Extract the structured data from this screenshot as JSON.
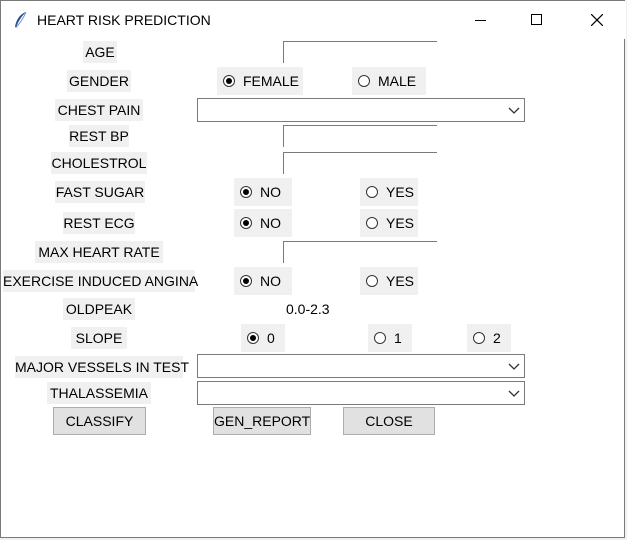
{
  "window": {
    "title": "HEART RISK PREDICTION"
  },
  "labels": {
    "age": "AGE",
    "gender": "GENDER",
    "chest_pain": "CHEST PAIN",
    "rest_bp": "REST BP",
    "cholesterol": "CHOLESTROL",
    "fast_sugar": "FAST SUGAR",
    "rest_ecg": "REST ECG",
    "max_heart_rate": "MAX HEART RATE",
    "exercise_angina": "EXERCISE INDUCED ANGINA",
    "oldpeak": "OLDPEAK",
    "slope": "SLOPE",
    "major_vessels": "MAJOR VESSELS IN TEST",
    "thalassemia": "THALASSEMIA"
  },
  "inputs": {
    "age": "",
    "rest_bp": "",
    "cholesterol": "",
    "max_heart_rate": "",
    "oldpeak": "0.0-2.3"
  },
  "radios": {
    "gender": [
      {
        "label": "FEMALE",
        "checked": true
      },
      {
        "label": "MALE",
        "checked": false
      }
    ],
    "fast_sugar": [
      {
        "label": "NO",
        "checked": true
      },
      {
        "label": "YES",
        "checked": false
      }
    ],
    "rest_ecg": [
      {
        "label": "NO",
        "checked": true
      },
      {
        "label": "YES",
        "checked": false
      }
    ],
    "exercise_angina": [
      {
        "label": "NO",
        "checked": true
      },
      {
        "label": "YES",
        "checked": false
      }
    ],
    "slope": [
      {
        "label": "0",
        "checked": true
      },
      {
        "label": "1",
        "checked": false
      },
      {
        "label": "2",
        "checked": false
      }
    ]
  },
  "combos": {
    "chest_pain": "",
    "major_vessels": "",
    "thalassemia": ""
  },
  "buttons": {
    "classify": "CLASSIFY",
    "gen_report": "GEN_REPORT",
    "close": "CLOSE"
  },
  "icons": {
    "app": "feather-icon",
    "minimize": "minimize-icon",
    "maximize": "maximize-icon",
    "close": "close-icon",
    "dropdown": "chevron-down-icon"
  }
}
